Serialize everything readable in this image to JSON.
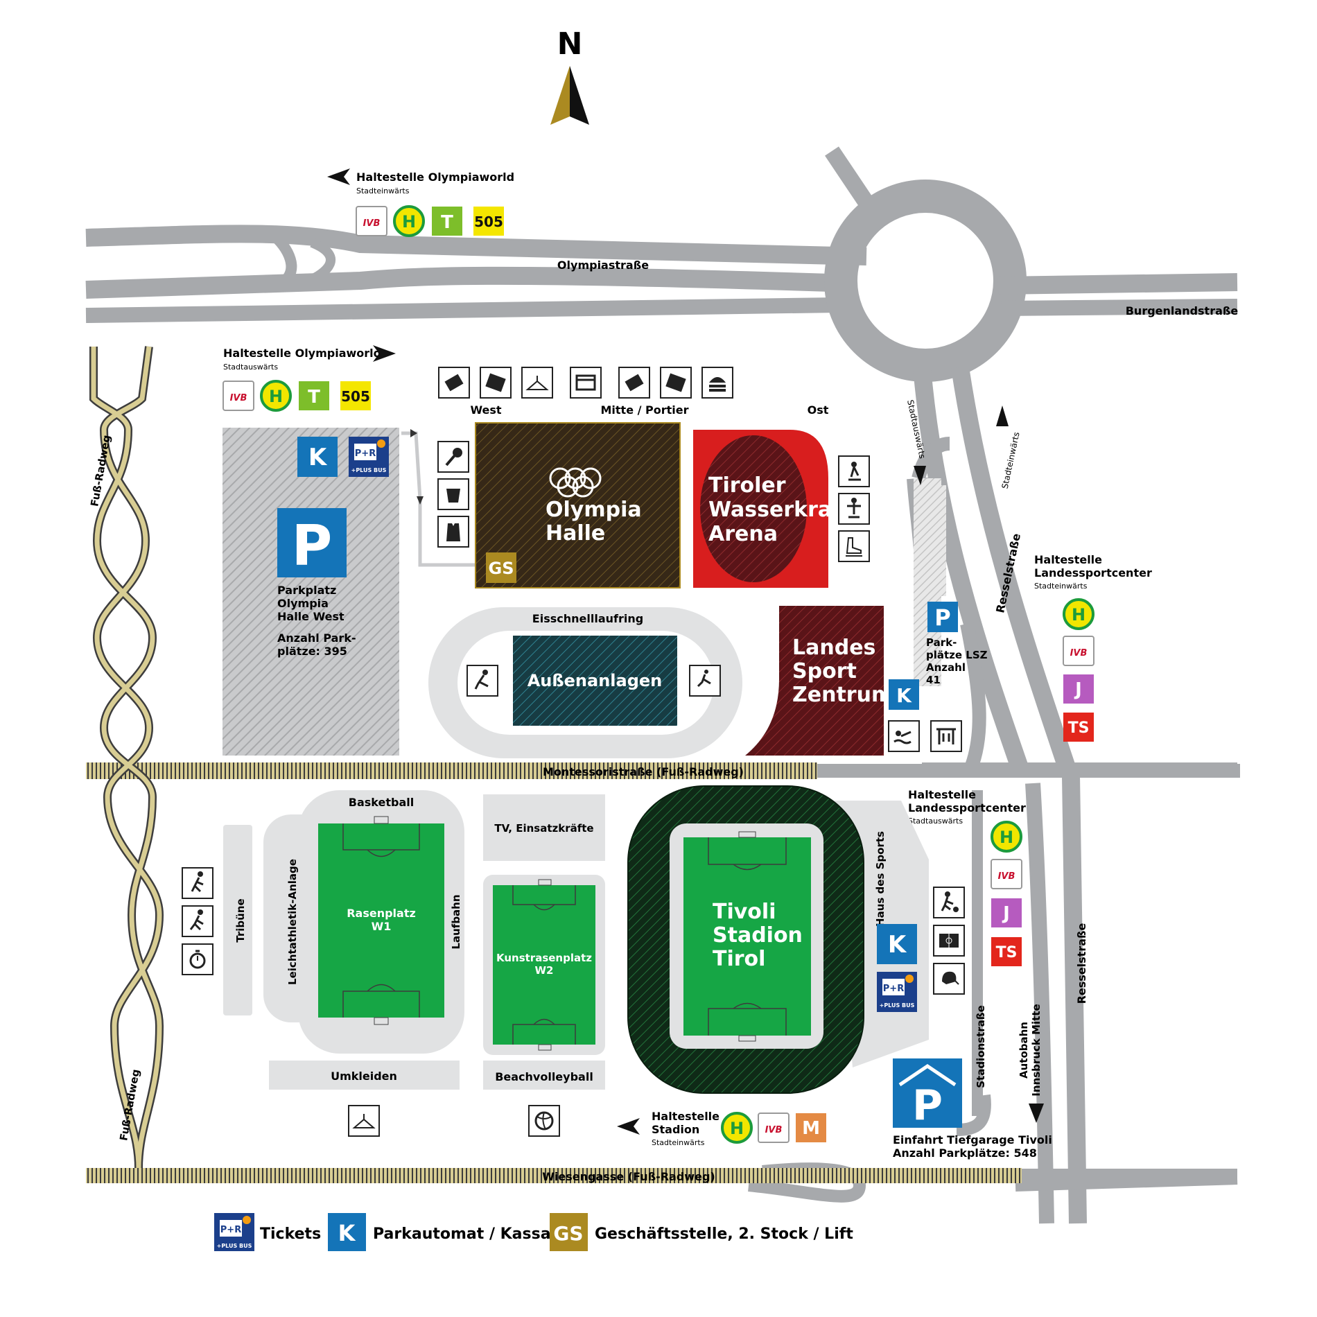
{
  "compass": {
    "label": "N"
  },
  "streets": {
    "olympiastrasse": "Olympiastraße",
    "burgenlandstrasse": "Burgenlandstraße",
    "resselstrasse": "Resselstraße",
    "stadionstrasse": "Stadionstraße",
    "montessoristrasse": "Montessoristraße (Fuß-Radweg)",
    "wiesengasse": "Wiesengasse (Fuß-Radweg)",
    "fuss_radweg": "Fuß-Radweg",
    "stadtauswaerts": "Stadtauswärts",
    "stadteinwaerts": "Stadteinwärts",
    "autobahn_1": "Autobahn",
    "autobahn_2": "Innsbruck Mitte"
  },
  "stops": [
    {
      "title": "Haltestelle Olympiaworld",
      "sub": "Stadteinwärts",
      "badges": [
        "IVB",
        "H",
        "T",
        "505"
      ]
    },
    {
      "title": "Haltestelle Olympiaworld",
      "sub": "Stadtauswärts",
      "badges": [
        "IVB",
        "H",
        "T",
        "505"
      ]
    },
    {
      "title1": "Haltestelle",
      "title2": "Landessportcenter",
      "sub": "Stadteinwärts",
      "badges": [
        "H",
        "IVB",
        "J",
        "TS"
      ]
    },
    {
      "title1": "Haltestelle",
      "title2": "Landessportcenter",
      "sub": "Stadtauswärts",
      "badges": [
        "H",
        "IVB",
        "J",
        "TS"
      ]
    },
    {
      "title1": "Haltestelle",
      "title2": "Stadion",
      "sub": "Stadteinwärts",
      "badges": [
        "H",
        "IVB",
        "M"
      ]
    }
  ],
  "badge_colors": {
    "H": "#f2e600",
    "T": "#7dbe2a",
    "505": "#f4e600",
    "J": "#b65bbf",
    "TS": "#e3261c",
    "M": "#e48a44",
    "IVB": "#c8102e"
  },
  "venues": {
    "olympia_halle": {
      "line1": "Olympia",
      "line2": "Halle",
      "badge": "GS"
    },
    "arena": {
      "line1": "Tiroler",
      "line2": "Wasserkraft",
      "line3": "Arena"
    },
    "landessport": {
      "line1": "Landes",
      "line2": "Sport",
      "line3": "Zentrum"
    },
    "aussenanlagen": "Außenanlagen",
    "eisschnelllaufring": "Eisschnelllaufring",
    "tivoli": {
      "line1": "Tivoli",
      "line2": "Stadion",
      "line3": "Tirol"
    },
    "rasenplatz": {
      "line1": "Rasenplatz",
      "line2": "W1"
    },
    "kunstrasen": {
      "line1": "Kunstrasenplatz",
      "line2": "W2"
    },
    "basketball": "Basketball",
    "tribuene": "Tribüne",
    "leichtathletik": "Leichtathletik-Anlage",
    "laufbahn": "Laufbahn",
    "tv": "TV, Einsatzkräfte",
    "umkleiden": "Umkleiden",
    "beachvolleyball": "Beachvolleyball",
    "haus_des_sports": "Haus des Sports"
  },
  "entrances": {
    "west": "West",
    "mitte": "Mitte / Portier",
    "ost": "Ost"
  },
  "parking": {
    "west": {
      "l1": "Parkplatz",
      "l2": "Olympia",
      "l3": "Halle West",
      "l4": "Anzahl Park-",
      "l5": "plätze: 395",
      "symbol": "P"
    },
    "lsz": {
      "l1": "Park-",
      "l2": "plätze LSZ",
      "l3": "Anzahl",
      "l4": "41",
      "symbol": "P"
    },
    "tivoli": {
      "l1": "Einfahrt Tiefgarage Tivoli",
      "l2": "Anzahl Parkplätze: 548",
      "symbol": "P"
    },
    "k": "K",
    "pr": "P+R",
    "plusbus": "+PLUS BUS"
  },
  "legend": {
    "tickets": "Tickets",
    "kassa": "Parkautomat / Kassa",
    "gs": "Geschäftsstelle, 2. Stock / Lift",
    "k": "K",
    "gs_symbol": "GS"
  },
  "icons": {
    "top": [
      "ticket-icon",
      "tickets-icon",
      "cloakroom-icon",
      "atm-icon",
      "ticket-icon",
      "tickets-icon",
      "food-icon"
    ],
    "olympia_left": [
      "microphone-icon",
      "drink-icon",
      "shirt-icon"
    ],
    "arena_right": [
      "ice-hockey-icon",
      "figure-skating-icon",
      "ice-skate-icon"
    ],
    "lsz": [
      "swimming-icon",
      "gym-icon"
    ],
    "tivoli_right": [
      "football-icon",
      "pitch-icon",
      "american-football-icon"
    ],
    "west_field": [
      "volleyball-player-icon",
      "runner-icon",
      "stopwatch-icon"
    ],
    "bottom": [
      "cloakroom-icon",
      "volleyball-icon"
    ],
    "oval": [
      "speed-skating-icon",
      "running-400m-icon"
    ]
  },
  "colors": {
    "road": "#a7a9ac",
    "area": "#e1e2e3",
    "olympia": "#3c2e1c",
    "gold": "#ab8a21",
    "arena_red": "#d81e1e",
    "lsz": "#6a1f23",
    "teal": "#1d4a52",
    "green": "#16a645",
    "blue": "#1474b8",
    "navy": "#1b3f8b",
    "path": "#d9cc8a"
  }
}
